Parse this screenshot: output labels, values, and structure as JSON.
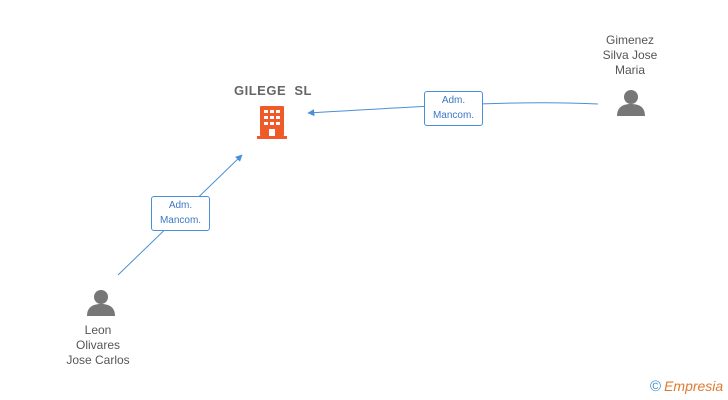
{
  "company": {
    "name": "GILEGE  SL",
    "icon": "building-icon",
    "color": "#f05a28"
  },
  "persons": [
    {
      "id": "gimenez",
      "lines": [
        "Gimenez",
        "Silva Jose",
        "Maria"
      ],
      "icon": "person-icon"
    },
    {
      "id": "leon",
      "lines": [
        "Leon",
        "Olivares",
        "Jose Carlos"
      ],
      "icon": "person-icon"
    }
  ],
  "edges": [
    {
      "from": "gimenez",
      "to": "company",
      "label_lines": [
        "Adm.",
        "Mancom."
      ]
    },
    {
      "from": "leon",
      "to": "company",
      "label_lines": [
        "Adm.",
        "Mancom."
      ]
    }
  ],
  "colors": {
    "edge": "#4a8fd8",
    "person": "#777777",
    "text": "#555555"
  },
  "footer": {
    "symbol": "©",
    "brand": "Empresia"
  }
}
